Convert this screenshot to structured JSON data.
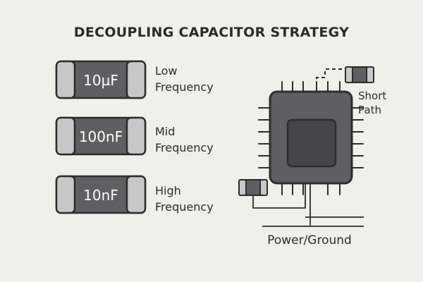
{
  "title": "DECOUPLING CAPACITOR STRATEGY",
  "capacitors": [
    {
      "value": "10µF",
      "label_line1": "Low",
      "label_line2": "Frequency"
    },
    {
      "value": "100nF",
      "label_line1": "Mid",
      "label_line2": "Frequency"
    },
    {
      "value": "10nF",
      "label_line1": "High",
      "label_line2": "Frequency"
    }
  ],
  "chip_diagram": {
    "short_path_line1": "Short",
    "short_path_line2": "Path",
    "power_ground_label": "Power/Ground"
  },
  "colors": {
    "background": "#f1efea",
    "component_dark": "#5d5f62",
    "terminal_light": "#c8c8c8",
    "outline": "#2c2c2c",
    "text": "#2b2b2b"
  }
}
